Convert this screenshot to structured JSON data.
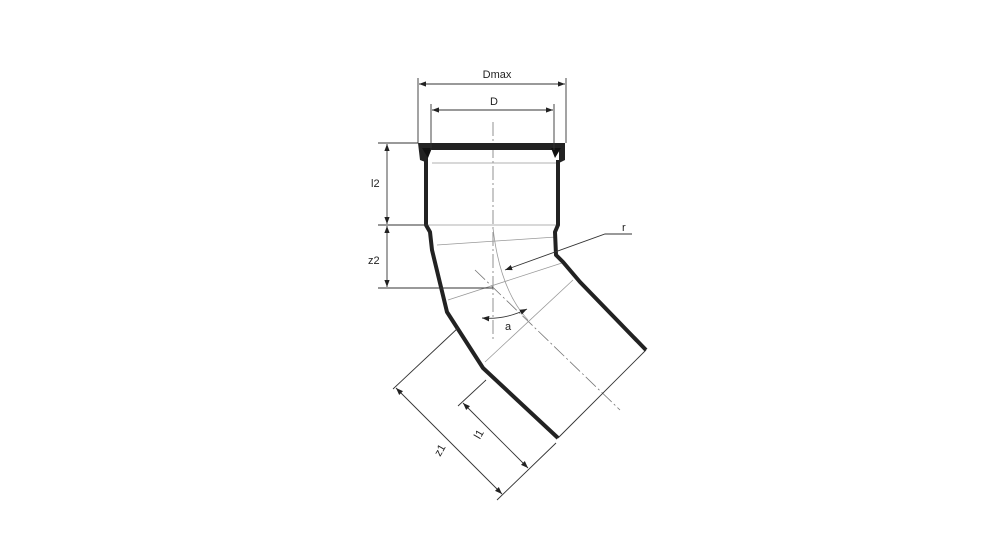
{
  "drawing": {
    "labels": {
      "dmax": "Dmax",
      "d": "D",
      "l2": "l2",
      "z2": "z2",
      "r": "r",
      "a": "a",
      "l1": "l1",
      "z1": "z1"
    },
    "colors": {
      "line": "#222222",
      "construction": "#999999"
    }
  }
}
